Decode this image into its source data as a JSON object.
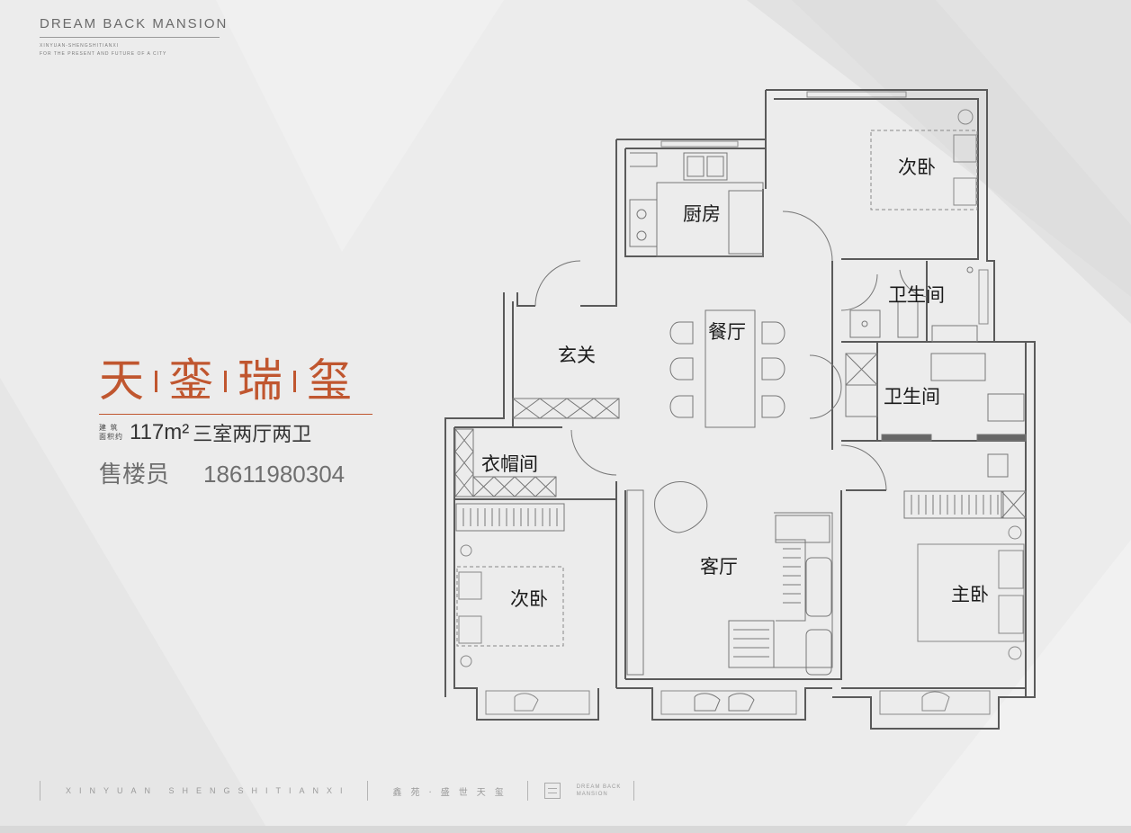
{
  "brand": {
    "title": "DREAM BACK MANSION",
    "sub1": "XINYUAN-SHENGSHITIANXI",
    "sub2": "FOR THE PRESENT AND FUTURE OF A CITY"
  },
  "project": {
    "name_chars": [
      "天",
      "銮",
      "瑞",
      "玺"
    ],
    "area_label_line1": "建 筑",
    "area_label_line2": "面积约",
    "area_value": "117m²",
    "layout_type": "三室两厅两卫",
    "sales_label": "售楼员",
    "sales_phone": "18611980304"
  },
  "rooms": {
    "bedroom_north": "次卧",
    "kitchen": "厨房",
    "bathroom_1": "卫生间",
    "dining": "餐厅",
    "foyer": "玄关",
    "bathroom_2": "卫生间",
    "cloakroom": "衣帽间",
    "living": "客厅",
    "bedroom_west": "次卧",
    "master_bedroom": "主卧"
  },
  "footer": {
    "en": "XINYUAN SHENGSHITIANXI",
    "cn": "鑫苑·盛世天玺",
    "logo_line1": "DREAM BACK",
    "logo_line2": "MANSION"
  },
  "colors": {
    "accent": "#c0562f",
    "wall": "#5a5a5a",
    "background": "#ececec"
  }
}
